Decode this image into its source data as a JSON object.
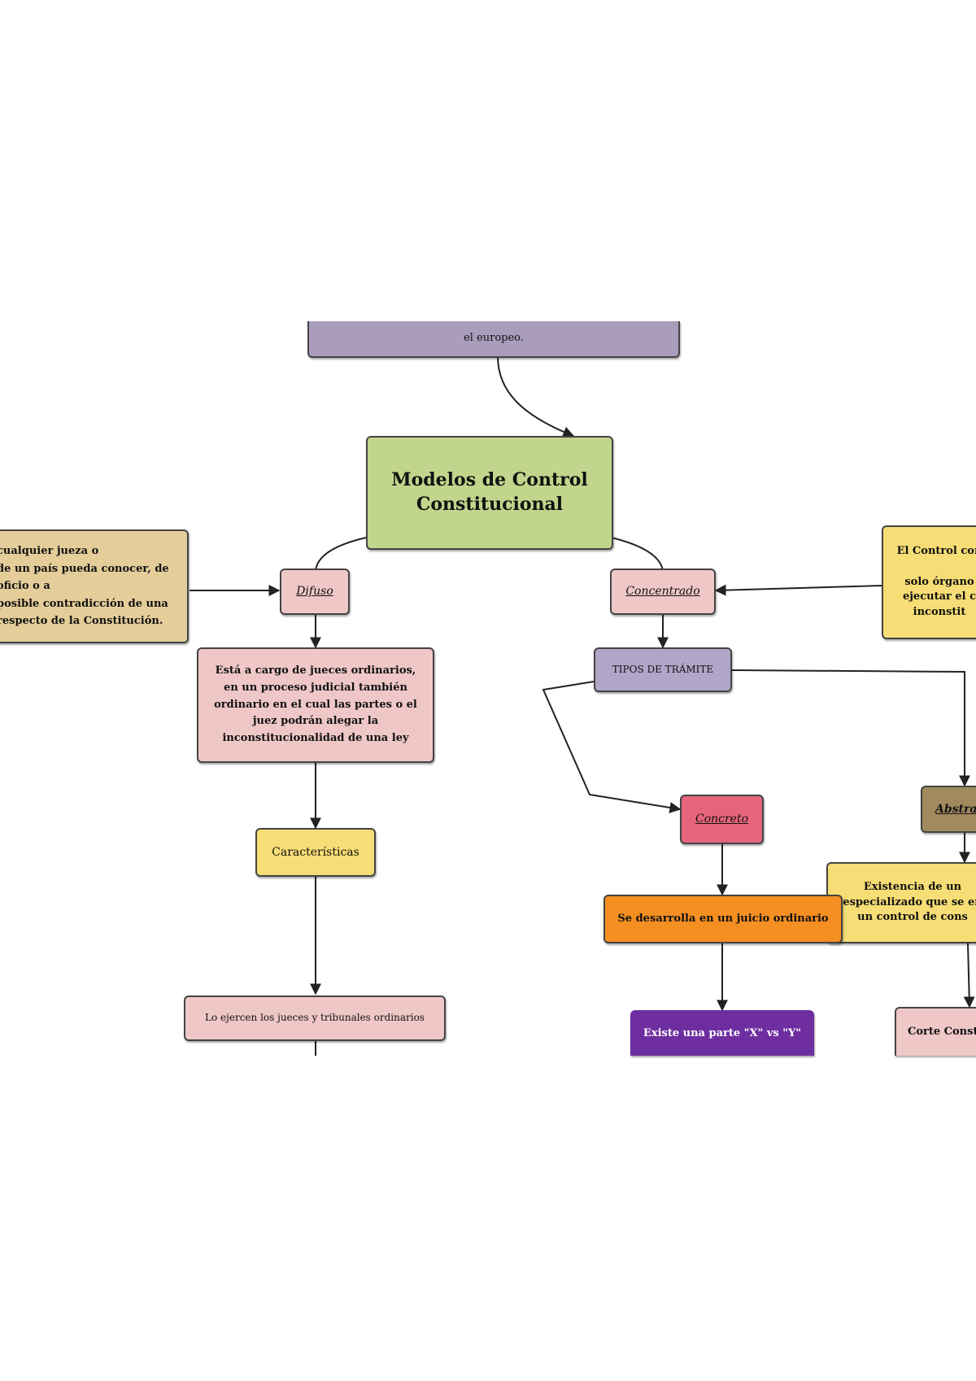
{
  "colors": {
    "purple_box": "#a99dbb",
    "green_box": "#c2d58c",
    "tan_box": "#e4cd99",
    "pink_box": "#efc7c7",
    "yellow_box": "#f6dd75",
    "red_box": "#e7657b",
    "orange_box": "#f58f22",
    "violet_box": "#6e2ea0",
    "brown_box": "#a08a5e",
    "lavender_box": "#b2a6c8",
    "border": "#444444",
    "arrow": "#222222"
  },
  "nodes": {
    "top_note": "el europeo.",
    "main_title": "Modelos de Control Constitucional",
    "left_note": "cualquier jueza o\n de un país pueda conocer, de\noficio o a\nposible contradicción de una\n respecto de la Constitución.",
    "right_note": "El Control con\n\nsolo órgano\nejecutar el c\ninconstit",
    "difuso": "Difuso",
    "concentrado": "Concentrado",
    "difuso_desc": "Está a cargo de jueces ordinarios, en un proceso judicial también ordinario en el cual las partes o el juez podrán alegar la inconstitucionalidad de una ley",
    "tipos_tramite": "TIPOS DE TRÁMITE",
    "caracteristicas": "Características",
    "concreto": "Concreto",
    "abstracto": "Abstra",
    "juicio_ordinario": "Se desarrolla en un juicio ordinario",
    "existencia": "Existencia de un\nespecializado que se en\nun control de cons",
    "jueces_tribunales": "Lo ejercen los jueces y tribunales ordinarios",
    "parte_xy": "Existe una parte \"X\" vs \"Y\"",
    "corte": "Corte Const"
  }
}
